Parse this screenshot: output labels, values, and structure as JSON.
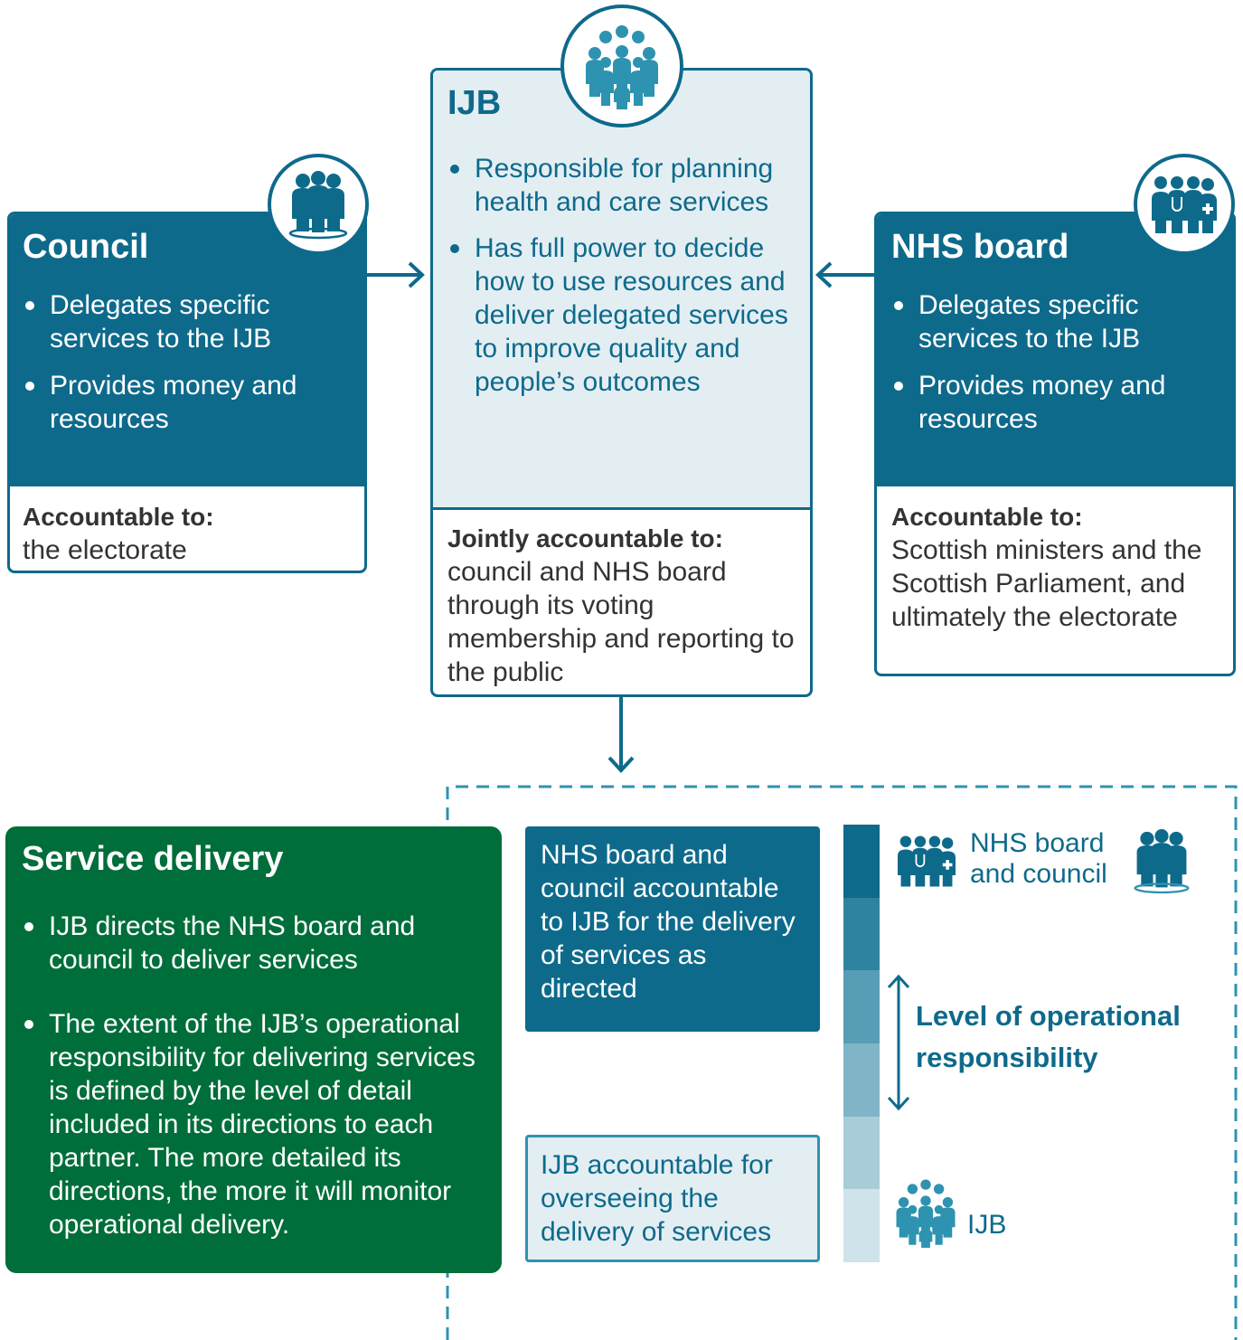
{
  "council": {
    "title": "Council",
    "bullets": [
      "Delegates specific services to the IJB",
      "Provides money and resources"
    ],
    "accountable_label": "Accountable to:",
    "accountable_text": "the electorate",
    "icon": "people-group-icon"
  },
  "ijb": {
    "title": "IJB",
    "bullets": [
      "Responsible for planning health and care services",
      "Has full power to decide how to use resources and deliver delegated services to improve quality and people’s outcomes"
    ],
    "accountable_label": "Jointly accountable to:",
    "accountable_text": "council and NHS board through its voting membership and reporting to the public",
    "icon": "crowd-icon"
  },
  "nhs": {
    "title": "NHS board",
    "bullets": [
      "Delegates specific services to the IJB",
      "Provides money and resources"
    ],
    "accountable_label": "Accountable to:",
    "accountable_text": "Scottish ministers and the Scottish Parliament, and ultimately the electorate",
    "icon": "medical-staff-icon"
  },
  "service_delivery": {
    "title": "Service delivery",
    "bullets": [
      "IJB directs the NHS board and council to deliver services",
      "The extent of the IJB’s operational responsibility for delivering services is defined by the level of detail included in its directions to each partner. The more detailed its directions, the more it will monitor operational delivery."
    ]
  },
  "operational": {
    "upper_box": "NHS board and council accountable to IJB for the delivery of services as directed",
    "lower_box": "IJB accountable for overseeing the delivery of services",
    "top_label": "NHS board and council",
    "bottom_label": "IJB",
    "scale_label": "Level of operational responsibility",
    "scale_colors": [
      "#0e6a8b",
      "#2e84a0",
      "#579db5",
      "#80b5c7",
      "#a8cdd9",
      "#cfe3ea"
    ]
  },
  "colors": {
    "dark_teal": "#0e6a8b",
    "light_teal_bg": "#e3eef3",
    "green": "#006e3a",
    "text_dark": "#333333"
  }
}
